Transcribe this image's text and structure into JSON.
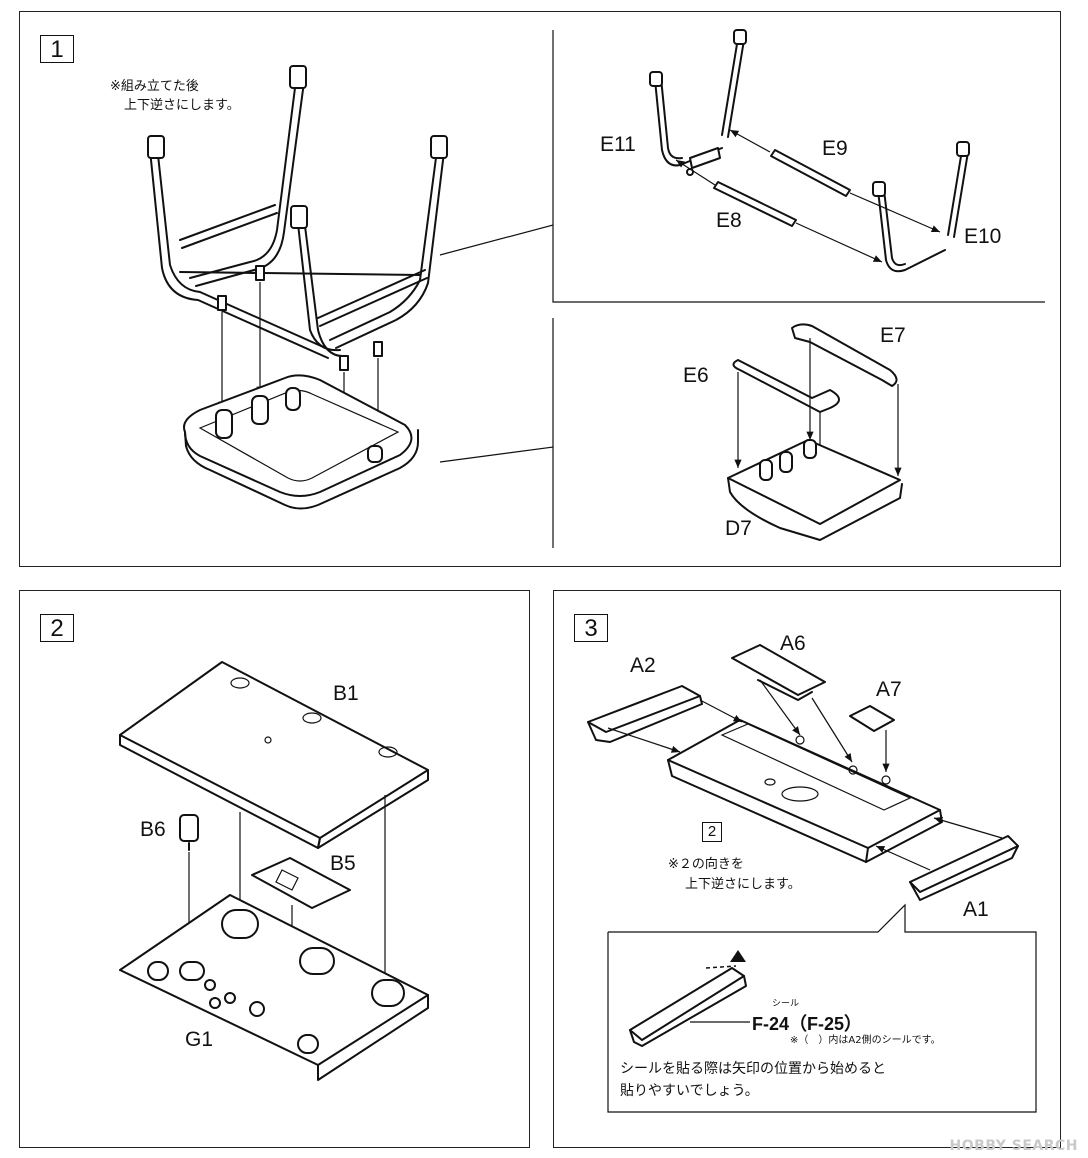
{
  "steps": {
    "step1": {
      "number": "1",
      "note_line1": "※組み立てた後",
      "note_line2": "上下逆さにします。",
      "parts": {
        "e11": "E11",
        "e9": "E9",
        "e8": "E8",
        "e10": "E10",
        "e7": "E7",
        "e6": "E6",
        "d7": "D7"
      }
    },
    "step2": {
      "number": "2",
      "parts": {
        "b1": "B1",
        "b6": "B6",
        "b5": "B5",
        "g1": "G1"
      }
    },
    "step3": {
      "number": "3",
      "parts": {
        "a2": "A2",
        "a6": "A6",
        "a7": "A7",
        "a1": "A1"
      },
      "ref_step": "2",
      "note_line1": "※２の向きを",
      "note_line2": "上下逆さにします。",
      "sticker": {
        "ruby": "シール",
        "label": "F-24（F-25）",
        "footnote": "※（　）内はA2側のシールです。",
        "instruction_line1": "シールを貼る際は矢印の位置から始めると",
        "instruction_line2": "貼りやすいでしょう。"
      }
    }
  },
  "watermark": "HOBBY SEARCH"
}
